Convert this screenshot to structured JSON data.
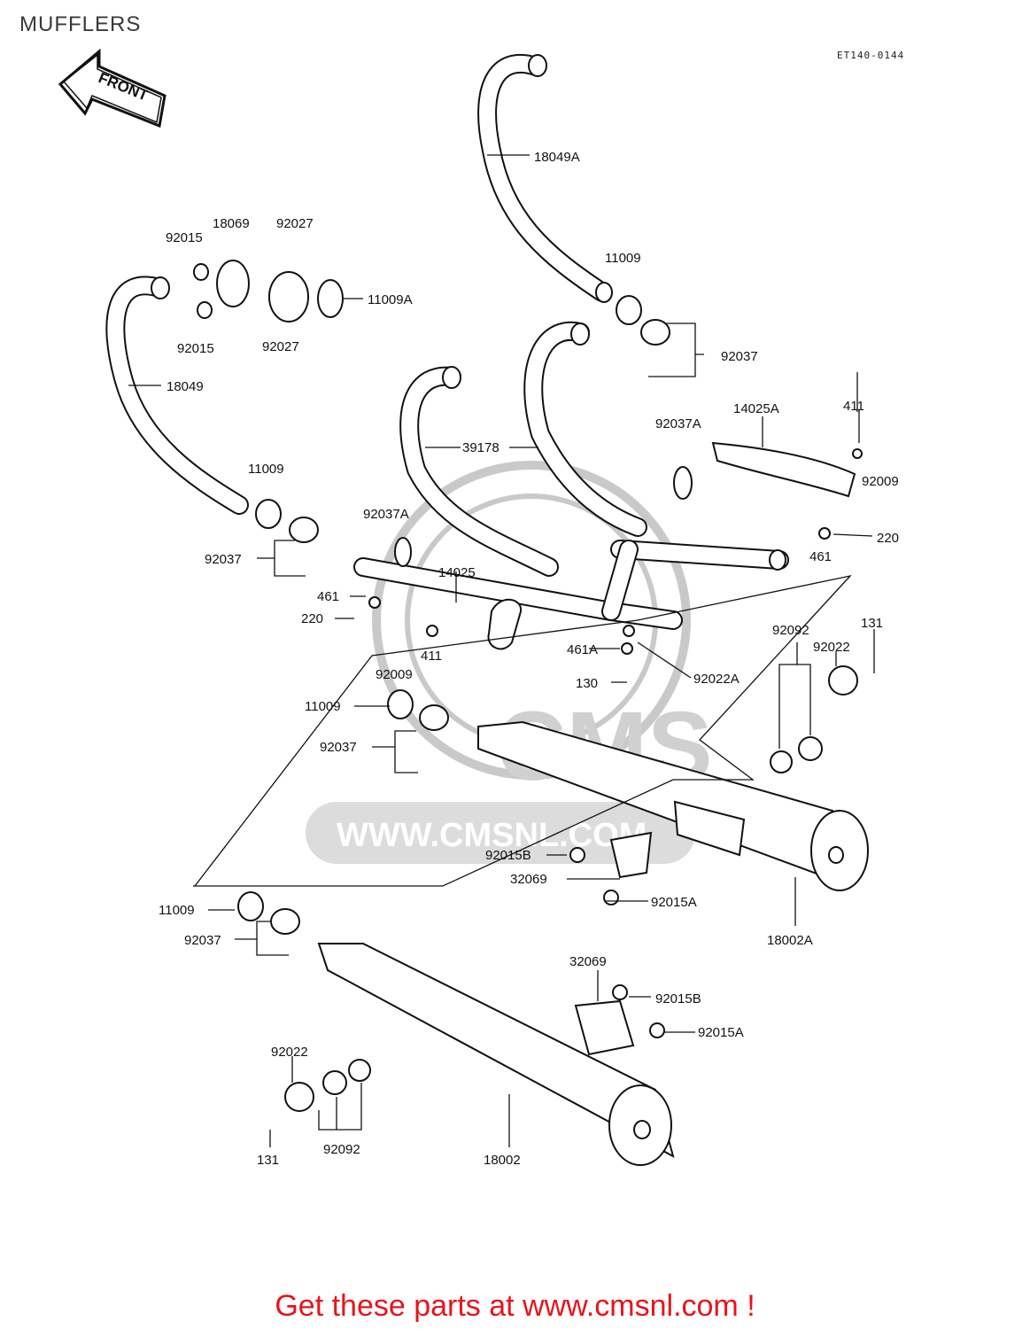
{
  "page_title": "MUFFLERS",
  "diagram_code": "ET140-0144",
  "front_arrow_label": "FRONT",
  "watermark": {
    "logo_text": "CMS",
    "url_text": "WWW.CMSNL.COM"
  },
  "footer_cta": "Get these parts at www.cmsnl.com !",
  "part_labels": {
    "p18049A": "18049A",
    "p18069": "18069",
    "p92015_top": "92015",
    "p92027_top": "92027",
    "p11009A": "11009A",
    "p92015_bot": "92015",
    "p92027_bot": "92027",
    "p18049": "18049",
    "p11009_a": "11009",
    "p92037_a": "92037",
    "p39178": "39178",
    "p92037A_a": "92037A",
    "p14025A": "14025A",
    "p411_a": "411",
    "p92009_a": "92009",
    "p11009_b": "11009",
    "p92037A_b": "92037A",
    "p92037_b": "92037",
    "p14025": "14025",
    "p461_a": "461",
    "p220_a": "220",
    "p220_b": "220",
    "p461_b": "461",
    "p411_b": "411",
    "p92009_b": "92009",
    "p461A": "461A",
    "p92022A": "92022A",
    "p130": "130",
    "p92092_a": "92092",
    "p92022_a": "92022",
    "p131_a": "131",
    "p11009_c": "11009",
    "p92037_c": "92037",
    "p92015B_a": "92015B",
    "p32069_a": "32069",
    "p92015A_a": "92015A",
    "p18002A": "18002A",
    "p11009_d": "11009",
    "p92037_d": "92037",
    "p32069_b": "32069",
    "p92015B_b": "92015B",
    "p92015A_b": "92015A",
    "p92022_b": "92022",
    "p131_b": "131",
    "p92092_b": "92092",
    "p18002": "18002"
  }
}
